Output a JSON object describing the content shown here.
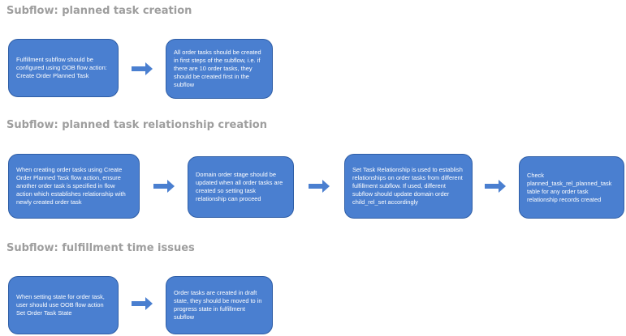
{
  "sections": [
    {
      "title": "Subflow: planned task creation",
      "steps": [
        "Fulfillment subflow should be configured using OOB flow action: Create Order Planned Task",
        "All order tasks should be created in first steps of the subflow, i.e. if there are 10 order tasks, they should be created first in the subflow"
      ]
    },
    {
      "title": "Subflow: planned task relationship creation",
      "steps": [
        "When creating order tasks using Create Order Planned Task flow action, ensure another order task is specified in flow action which establishes relationship with newly created order task",
        "Domain order stage should be updated when all order tasks are created so setting task relationship can proceed",
        "Set Task Relationship is used to establish relationships on order tasks from different fulfillment subflow. If used, different subflow should update domain order child_rel_set accordingly",
        "Check planned_task_rel_planned_task table for any order task relationship records created"
      ]
    },
    {
      "title": "Subflow: fulfillment time issues",
      "steps": [
        "When setting state for order task, user should use OOB flow action Set Order Task State",
        "Order tasks are created in draft state, they should be moved to in progress state in fulfillment subflow"
      ]
    }
  ],
  "colors": {
    "box_fill": "#4a7fd0",
    "box_border": "#2f5ea6",
    "box_text": "#ffffff",
    "title_text": "#9e9e9e",
    "arrow_fill": "#4a7fd0"
  },
  "icons": {
    "connector": "right-arrow-icon"
  }
}
